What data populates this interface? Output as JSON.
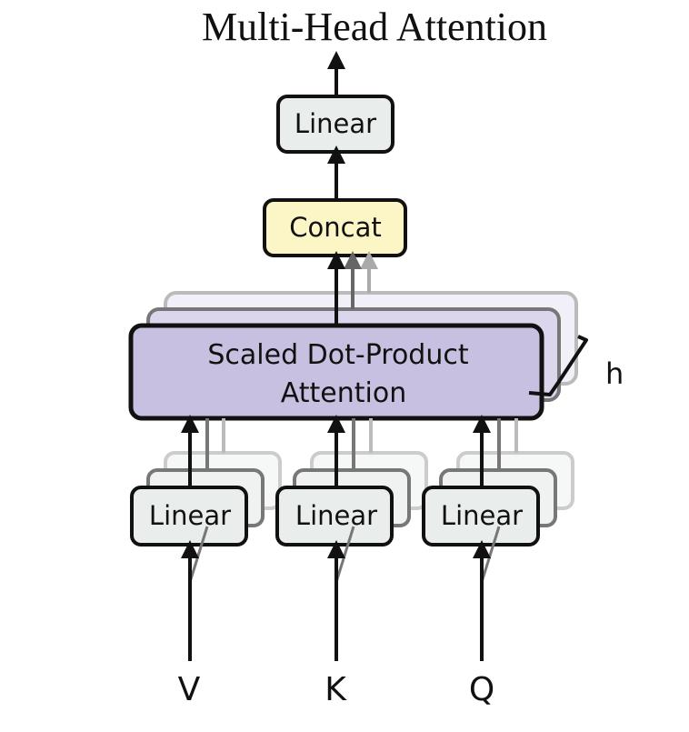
{
  "title": "Multi-Head Attention",
  "blocks": {
    "linear_out": "Linear",
    "concat": "Concat",
    "sdp_line1": "Scaled Dot-Product",
    "sdp_line2": "Attention",
    "linear_v": "Linear",
    "linear_k": "Linear",
    "linear_q": "Linear"
  },
  "heads_label": "h",
  "inputs": {
    "v": "V",
    "k": "K",
    "q": "Q"
  },
  "colors": {
    "linear_fill": "#e9eeec",
    "concat_fill": "#fcf6c6",
    "attention_fill": "#c8c0e0",
    "stroke": "#111111"
  }
}
